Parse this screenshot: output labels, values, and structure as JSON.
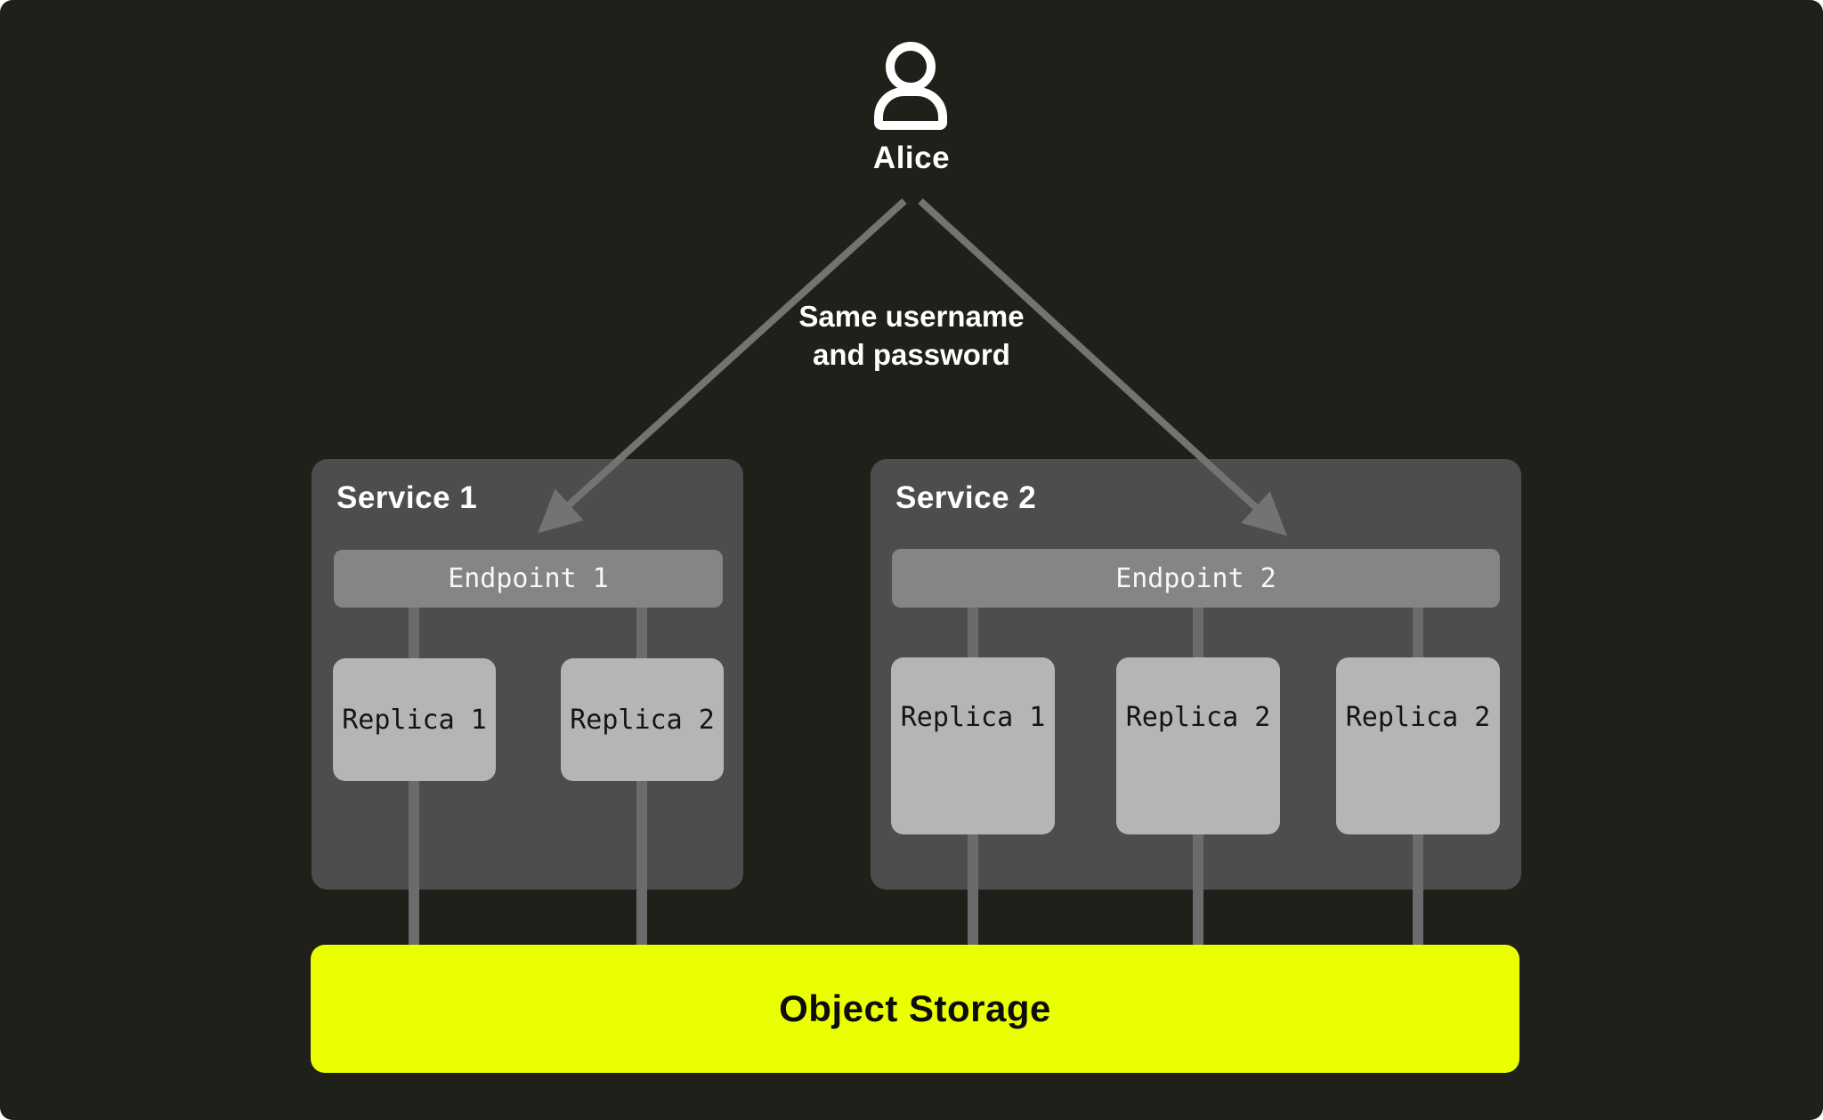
{
  "user": {
    "name": "Alice"
  },
  "annotation": {
    "line1": "Same username",
    "line2": "and password"
  },
  "services": [
    {
      "title": "Service 1",
      "endpoint": "Endpoint 1",
      "replicas": [
        "Replica 1",
        "Replica 2"
      ]
    },
    {
      "title": "Service 2",
      "endpoint": "Endpoint 2",
      "replicas": [
        "Replica 1",
        "Replica 2",
        "Replica 2"
      ]
    }
  ],
  "storage": {
    "label": "Object Storage"
  },
  "colors": {
    "canvas_background": "#20201b",
    "service_box": "#4d4d4d",
    "endpoint_bar": "#858585",
    "replica_box": "#b5b5b5",
    "connector_gray": "#6b6b6b",
    "arrow_gray": "#737373",
    "storage_yellow": "#eaff00",
    "text_white": "#ffffff",
    "text_black": "#0d0d0d"
  }
}
